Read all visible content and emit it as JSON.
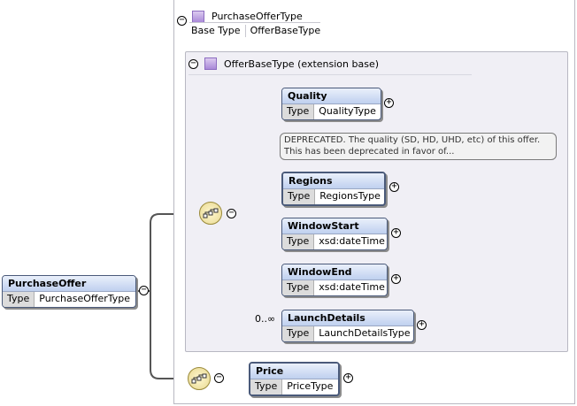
{
  "root": {
    "name": "PurchaseOffer",
    "type_key": "Type",
    "type_value": "PurchaseOfferType"
  },
  "complex_type": {
    "name": "PurchaseOfferType",
    "base_key": "Base Type",
    "base_value": "OfferBaseType"
  },
  "extension": {
    "label": "OfferBaseType (extension base)"
  },
  "elements": [
    {
      "name": "Quality",
      "type_key": "Type",
      "type_value": "QualityType",
      "note": "DEPRECATED. The quality (SD, HD, UHD, etc) of this offer. This has been deprecated in favor of..."
    },
    {
      "name": "Regions",
      "type_key": "Type",
      "type_value": "RegionsType"
    },
    {
      "name": "WindowStart",
      "type_key": "Type",
      "type_value": "xsd:dateTime"
    },
    {
      "name": "WindowEnd",
      "type_key": "Type",
      "type_value": "xsd:dateTime"
    },
    {
      "name": "LaunchDetails",
      "type_key": "Type",
      "type_value": "LaunchDetailsType",
      "cardinality": "0..∞"
    }
  ],
  "price": {
    "name": "Price",
    "type_key": "Type",
    "type_value": "PriceType"
  },
  "colors": {
    "line": "#5a5a5a",
    "header_gradient_top": "#eaf0fb",
    "header_gradient_bottom": "#bfd0ef",
    "extension_bg": "#f0eff5",
    "sequence_fill": "#e8d890",
    "type_icon": "#a989d8"
  },
  "icons": {
    "sequence": "sequence-compositor-icon",
    "collapse": "minus-icon",
    "expand": "plus-icon",
    "type": "complex-type-icon"
  }
}
